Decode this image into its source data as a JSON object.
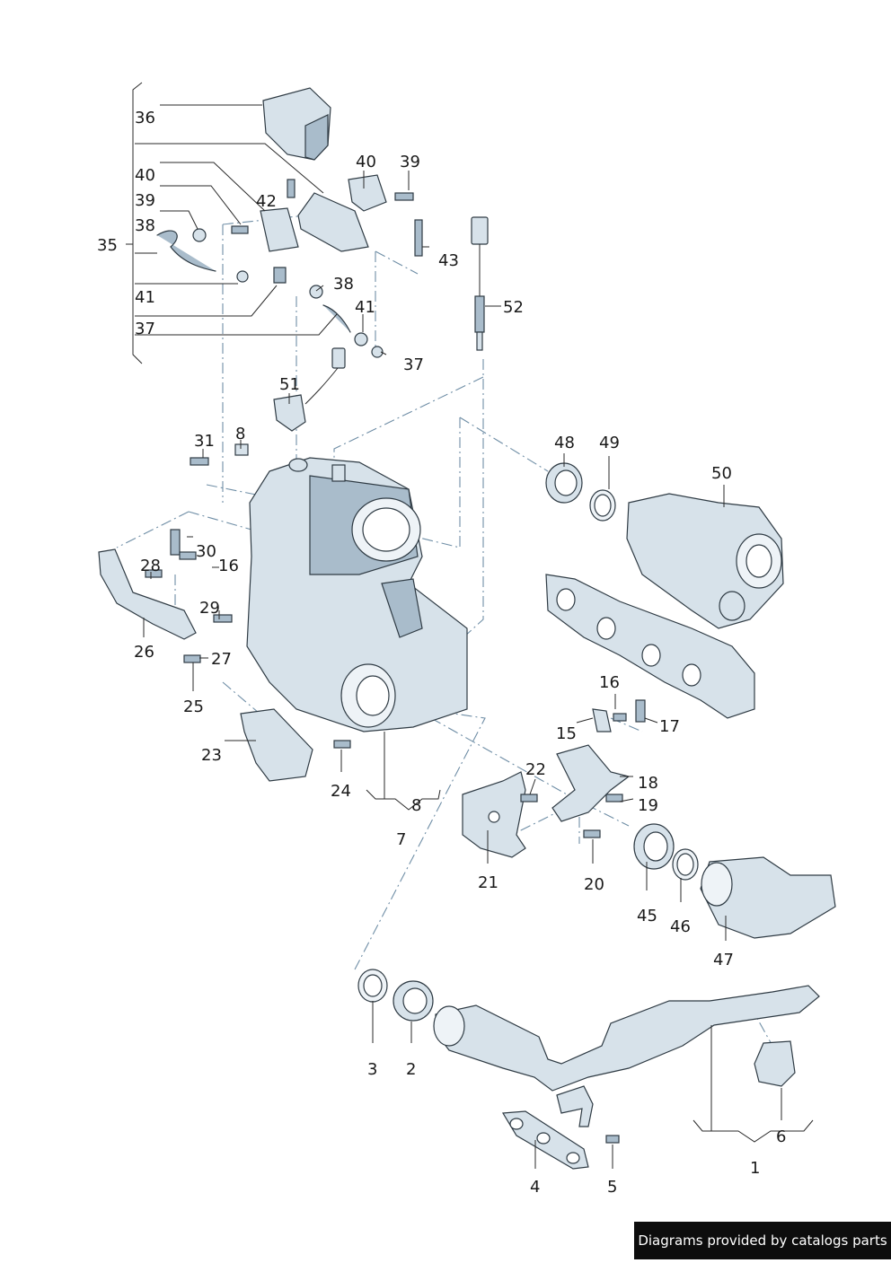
{
  "labels": {
    "l1": "1",
    "l2": "2",
    "l3": "3",
    "l4": "4",
    "l5": "5",
    "l6": "6",
    "l7": "7",
    "l8a": "8",
    "l8b": "8",
    "l15": "15",
    "l16a": "16",
    "l16b": "16",
    "l17": "17",
    "l18": "18",
    "l19": "19",
    "l20": "20",
    "l21": "21",
    "l22": "22",
    "l23": "23",
    "l24": "24",
    "l25": "25",
    "l26": "26",
    "l27": "27",
    "l28": "28",
    "l29": "29",
    "l30": "30",
    "l31": "31",
    "l35": "35",
    "l36": "36",
    "l37a": "37",
    "l37b": "37",
    "l38a": "38",
    "l38b": "38",
    "l39a": "39",
    "l39b": "39",
    "l40a": "40",
    "l40b": "40",
    "l41a": "41",
    "l41b": "41",
    "l42": "42",
    "l43": "43",
    "l45": "45",
    "l46": "46",
    "l47": "47",
    "l48": "48",
    "l49": "49",
    "l50": "50",
    "l51": "51",
    "l52": "52"
  },
  "footer": {
    "text": "Diagrams provided by catalogs parts"
  },
  "colors": {
    "metal": "#d7e2ea",
    "metal_dark": "#a9bccb",
    "outline": "#2f3b44",
    "dashline": "#6f8ea6"
  }
}
